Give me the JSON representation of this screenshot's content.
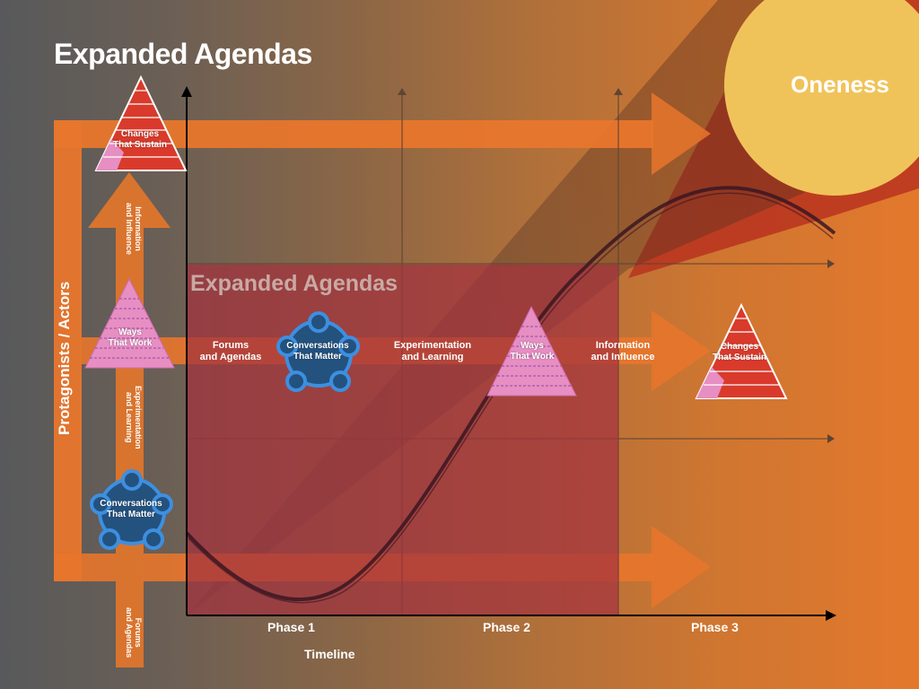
{
  "title": "Expanded Agendas",
  "overlay_title": "Expanded Agendas",
  "goal_label": "Oneness",
  "y_axis_label": "Protagonists / Actors",
  "x_axis_label": "Timeline",
  "phases": [
    "Phase 1",
    "Phase 2",
    "Phase 3"
  ],
  "vertical_stage_labels": {
    "forums": [
      "Forums",
      "and Agendas"
    ],
    "experimentation": [
      "Experimentation",
      "and Learning"
    ],
    "information": [
      "Information",
      "and Influence"
    ]
  },
  "horizontal_stage_labels": {
    "forums": [
      "Forums",
      "and Agendas"
    ],
    "experimentation": [
      "Experimentation",
      "and Learning"
    ],
    "information": [
      "Information",
      "and Influence"
    ]
  },
  "shapes": {
    "conversations": [
      "Conversations",
      "That Matter"
    ],
    "ways": [
      "Ways",
      "That Work"
    ],
    "changes": [
      "Changes",
      "That Sustain"
    ]
  },
  "colors": {
    "orange_band": "#e8762c",
    "overlay": "#a4323f",
    "sun": "#f0c35a",
    "dark_blue": "#24527f",
    "light_blue": "#3d8fe0",
    "pink": "#e78ec3",
    "red": "#d93a2b"
  }
}
